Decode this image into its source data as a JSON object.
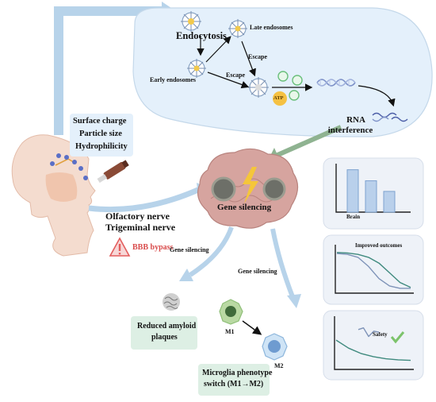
{
  "cell": {
    "endocytosis": "Endocytosis",
    "late_endosomes": "Late endosomes",
    "early_endosomes": "Early endosomes",
    "escape_1": "Escape",
    "escape_2": "Escape",
    "atp": "ATP",
    "rna_line1": "RNA",
    "rna_line2": "interference"
  },
  "properties": {
    "line1": "Surface charge",
    "line2": "Particle size",
    "line3": "Hydrophilicity"
  },
  "nerves": {
    "line1": "Olfactory nerve",
    "line2": "Trigeminal nerve"
  },
  "bbb": {
    "label": "BBB bypass",
    "color": "#e35d5d"
  },
  "brain": {
    "label": "Gene silencing"
  },
  "branch_left": "Gene silencing",
  "branch_right": "Gene silencing",
  "outcome_amyloid": {
    "line1": "Reduced amyloid",
    "line2": "plaques"
  },
  "microglia": {
    "m1": "M1",
    "m2": "M2",
    "line1": "Microglia phenotype",
    "line2": "switch (M1→M2)"
  },
  "panel_brain": {
    "xlabel": "Brain"
  },
  "panel_outcomes": {
    "label": "Improved outcomes"
  },
  "panel_safety": {
    "label": "Safety"
  },
  "colors": {
    "cell_fill": "#e4f0fb",
    "arrow": "#b7d3ea",
    "panel_fill": "#eef2f8",
    "box_fill": "#ddefe4"
  },
  "chart_data": [
    {
      "type": "bar",
      "categories": [
        "",
        "",
        ""
      ],
      "values": [
        0.92,
        0.68,
        0.45
      ],
      "xlabel": "Brain",
      "ylabel": ""
    },
    {
      "type": "line",
      "title": "Improved outcomes",
      "series": [
        {
          "values": [
            0.82,
            0.8,
            0.74,
            0.55,
            0.3,
            0.15,
            0.1,
            0.1
          ]
        },
        {
          "values": [
            0.84,
            0.83,
            0.8,
            0.74,
            0.62,
            0.42,
            0.22,
            0.12
          ]
        }
      ]
    },
    {
      "type": "line",
      "title": "Safety",
      "series": [
        {
          "values": [
            0.55,
            0.4,
            0.3,
            0.24,
            0.2,
            0.18,
            0.17
          ]
        },
        {
          "values": [
            0.75,
            0.78,
            0.62,
            0.72,
            0.7
          ]
        }
      ]
    }
  ]
}
